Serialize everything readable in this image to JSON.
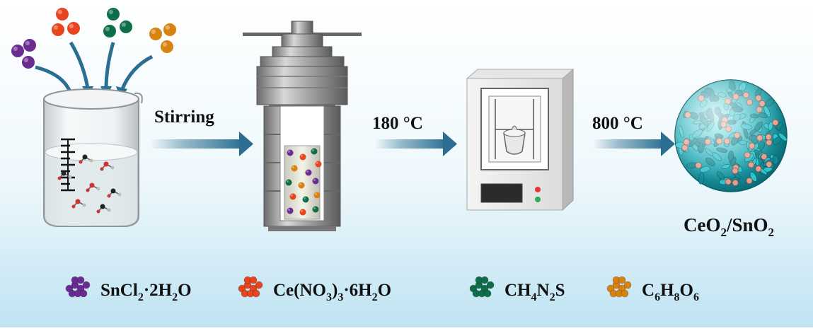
{
  "colors": {
    "sn_precursor": "#6a2c91",
    "ce_precursor": "#e8451e",
    "thiourea": "#0f6e4a",
    "ascorbic_acid": "#d8820f",
    "arrow": "#2a6f92",
    "background_bottom": "#bfe3f3"
  },
  "steps": {
    "stirring": "Stirring",
    "hydrothermal": "180 °C",
    "calcination": "800 °C"
  },
  "product": {
    "label_parts": [
      "CeO",
      "2",
      "/SnO",
      "2"
    ]
  },
  "legend": [
    {
      "color_key": "sn_precursor",
      "parts": [
        {
          "t": "SnCl",
          "s": "n"
        },
        {
          "t": "2",
          "s": "sub"
        },
        {
          "t": "·2H",
          "s": "n"
        },
        {
          "t": "2",
          "s": "sub"
        },
        {
          "t": "O",
          "s": "n"
        }
      ]
    },
    {
      "color_key": "ce_precursor",
      "parts": [
        {
          "t": "Ce(NO",
          "s": "n"
        },
        {
          "t": "3",
          "s": "sub"
        },
        {
          "t": ")",
          "s": "n"
        },
        {
          "t": "3",
          "s": "sub"
        },
        {
          "t": "·6H",
          "s": "n"
        },
        {
          "t": "2",
          "s": "sub"
        },
        {
          "t": "O",
          "s": "n"
        }
      ]
    },
    {
      "color_key": "thiourea",
      "parts": [
        {
          "t": "CH",
          "s": "n"
        },
        {
          "t": "4",
          "s": "sub"
        },
        {
          "t": "N",
          "s": "n"
        },
        {
          "t": "2",
          "s": "sub"
        },
        {
          "t": "S",
          "s": "n"
        }
      ]
    },
    {
      "color_key": "ascorbic_acid",
      "parts": [
        {
          "t": "C",
          "s": "n"
        },
        {
          "t": "6",
          "s": "sub"
        },
        {
          "t": "H",
          "s": "n"
        },
        {
          "t": "8",
          "s": "sub"
        },
        {
          "t": "O",
          "s": "n"
        },
        {
          "t": "6",
          "s": "sub"
        }
      ]
    }
  ]
}
